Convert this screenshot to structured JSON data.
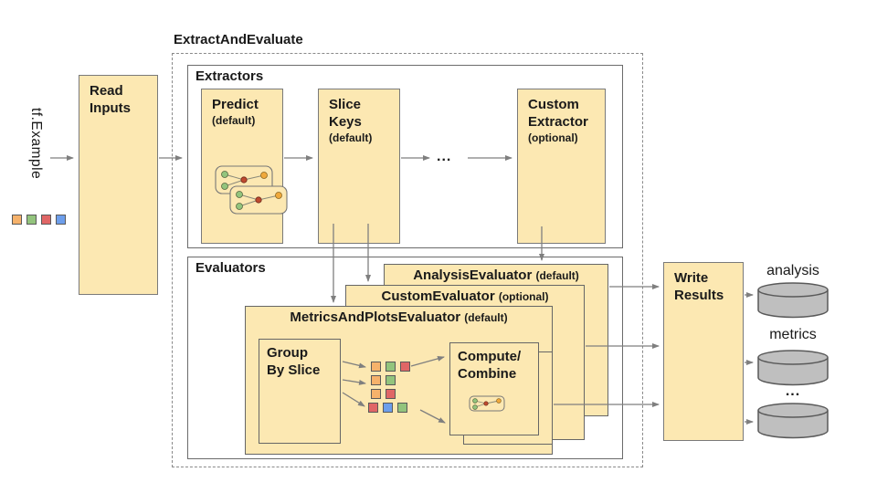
{
  "title": "ExtractAndEvaluate",
  "colors": {
    "box_fill": "#FCE8B2",
    "box_border": "#7a7a7a",
    "container_border": "#6b6b6b",
    "arrow": "#7f7f7f",
    "cylinder_fill": "#BFBFBF",
    "cylinder_border": "#595959",
    "square_orange": "#F6B26B",
    "square_green": "#93C47D",
    "square_red": "#E06666",
    "square_blue": "#6D9EEB",
    "node_green": "#93C47D",
    "node_red": "#BE4A2F",
    "node_yellow": "#F0A93C"
  },
  "input": {
    "label": "tf.Example",
    "squares": [
      "orange",
      "green",
      "red",
      "blue"
    ]
  },
  "read_inputs": "Read\nInputs",
  "extractors": {
    "title": "Extractors",
    "predict": {
      "name": "Predict",
      "qualifier": "(default)"
    },
    "slice_keys": {
      "name": "Slice\nKeys",
      "qualifier": "(default)"
    },
    "custom": {
      "name": "Custom\nExtractor",
      "qualifier": "(optional)"
    },
    "ellipsis": "..."
  },
  "evaluators": {
    "title": "Evaluators",
    "analysis": {
      "name": "AnalysisEvaluator",
      "qualifier": "(default)"
    },
    "custom": {
      "name": "CustomEvaluator",
      "qualifier": "(optional)"
    },
    "metrics_plots": {
      "name": "MetricsAndPlotsEvaluator",
      "qualifier": "(default)"
    },
    "group_by_slice": "Group\nBy Slice",
    "compute_combine": "Compute/\nCombine",
    "slice_rows": [
      [
        "orange",
        "green",
        "red"
      ],
      [
        "orange",
        "green"
      ],
      [
        "orange",
        "red"
      ],
      [
        "red",
        "blue",
        "green"
      ]
    ]
  },
  "write_results": "Write\nResults",
  "outputs": {
    "analysis_label": "analysis",
    "metrics_label": "metrics",
    "ellipsis": "..."
  }
}
